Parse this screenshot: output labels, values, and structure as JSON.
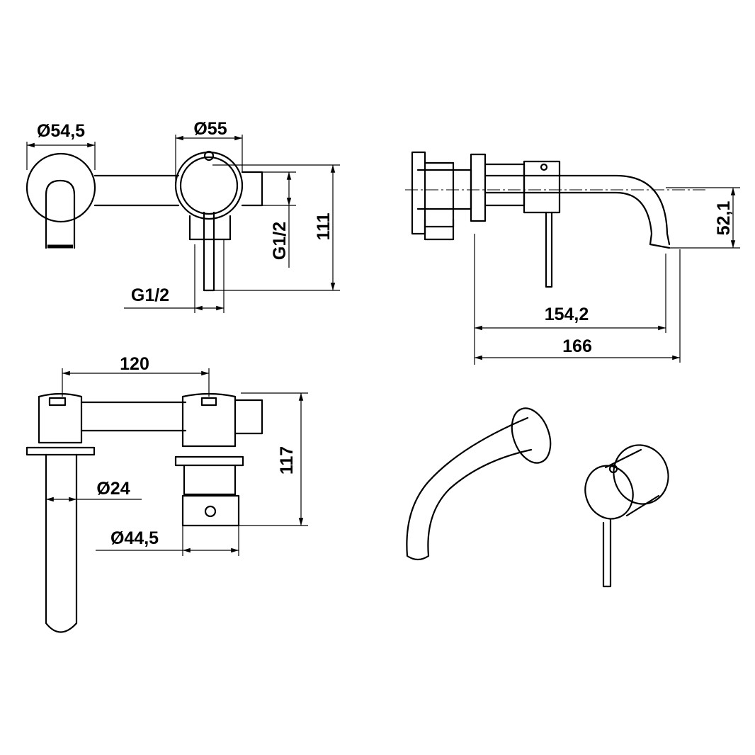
{
  "drawing": {
    "front_view": {
      "plate_diameter": "Ø54,5",
      "mixer_diameter": "Ø55",
      "inlet_thread_vertical": "G1/2",
      "overall_height": "111",
      "inlet_thread_horizontal": "G1/2"
    },
    "side_view": {
      "spout_projection_inner": "154,2",
      "spout_projection_total": "166",
      "spout_drop": "52,1"
    },
    "top_view": {
      "center_distance": "120",
      "depth": "117",
      "spout_diameter": "Ø24",
      "body_diameter": "Ø44,5"
    }
  }
}
